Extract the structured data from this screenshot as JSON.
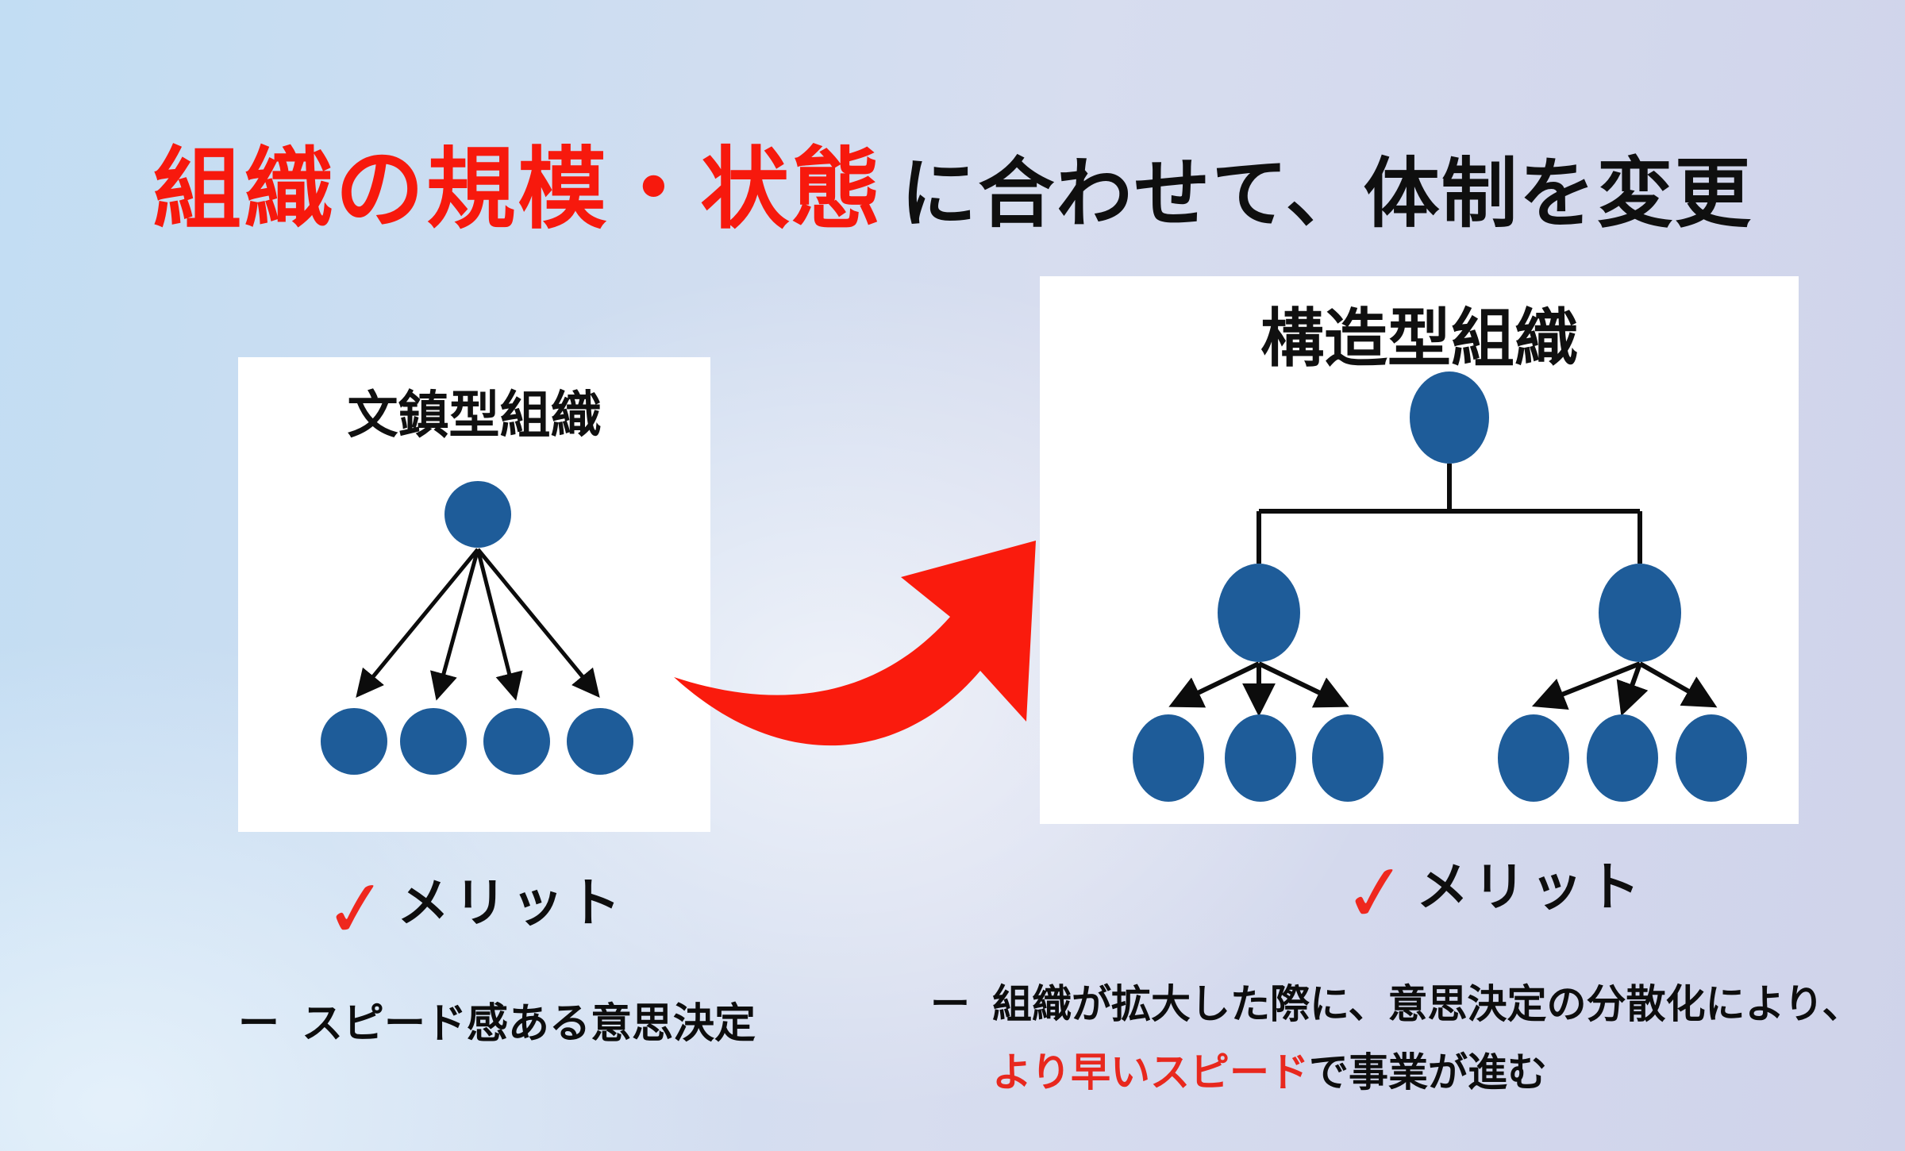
{
  "slide": {
    "title": {
      "highlight": "組織の規模・状態",
      "rest": "に合わせて、体制を変更"
    },
    "left_panel": {
      "diagram_title": "文鎮型組織",
      "tree_structure": {
        "levels": [
          1,
          4
        ]
      },
      "merit": {
        "check": "✓",
        "label": "メリット"
      },
      "bullet": {
        "dash": "ー",
        "text": "スピード感ある意思決定"
      }
    },
    "right_panel": {
      "diagram_title": "構造型組織",
      "tree_structure": {
        "levels": [
          1,
          2,
          6
        ]
      },
      "merit": {
        "check": "✓",
        "label": "メリット"
      },
      "bullet": {
        "dash": "ー",
        "line1": "組織が拡大した際に、意思決定の分散化により、",
        "line2_highlight": "より早いスピード",
        "line2_rest": "で事業が進む"
      }
    },
    "colors": {
      "accent_red": "#F7190D",
      "node_blue": "#1E5C99",
      "text_black": "#0E0E0E",
      "panel_white": "#FFFFFF"
    }
  }
}
